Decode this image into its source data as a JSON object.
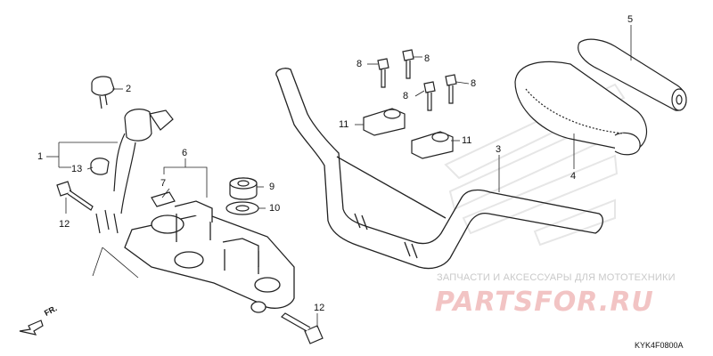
{
  "callouts": [
    {
      "label": "1"
    },
    {
      "label": "2"
    },
    {
      "label": "3"
    },
    {
      "label": "4"
    },
    {
      "label": "5"
    },
    {
      "label": "6"
    },
    {
      "label": "7"
    },
    {
      "label": "8"
    },
    {
      "label": "8"
    },
    {
      "label": "8"
    },
    {
      "label": "8"
    },
    {
      "label": "9"
    },
    {
      "label": "10"
    },
    {
      "label": "11"
    },
    {
      "label": "11"
    },
    {
      "label": "12"
    },
    {
      "label": "12"
    },
    {
      "label": "13"
    }
  ],
  "watermark": {
    "tagline": "ЗАПЧАСТИ И АКСЕССУАРЫ ДЛЯ МОТОТЕХНИКИ",
    "logo": "PARTSFOR.RU"
  },
  "diagram_code": "KYK4F0800A",
  "direction_label": "FR.",
  "colors": {
    "line": "#222222",
    "watermark_logo": "#f2c4c4",
    "watermark_text": "#c9c9c9",
    "honda_wing": "#e9e9e9"
  }
}
